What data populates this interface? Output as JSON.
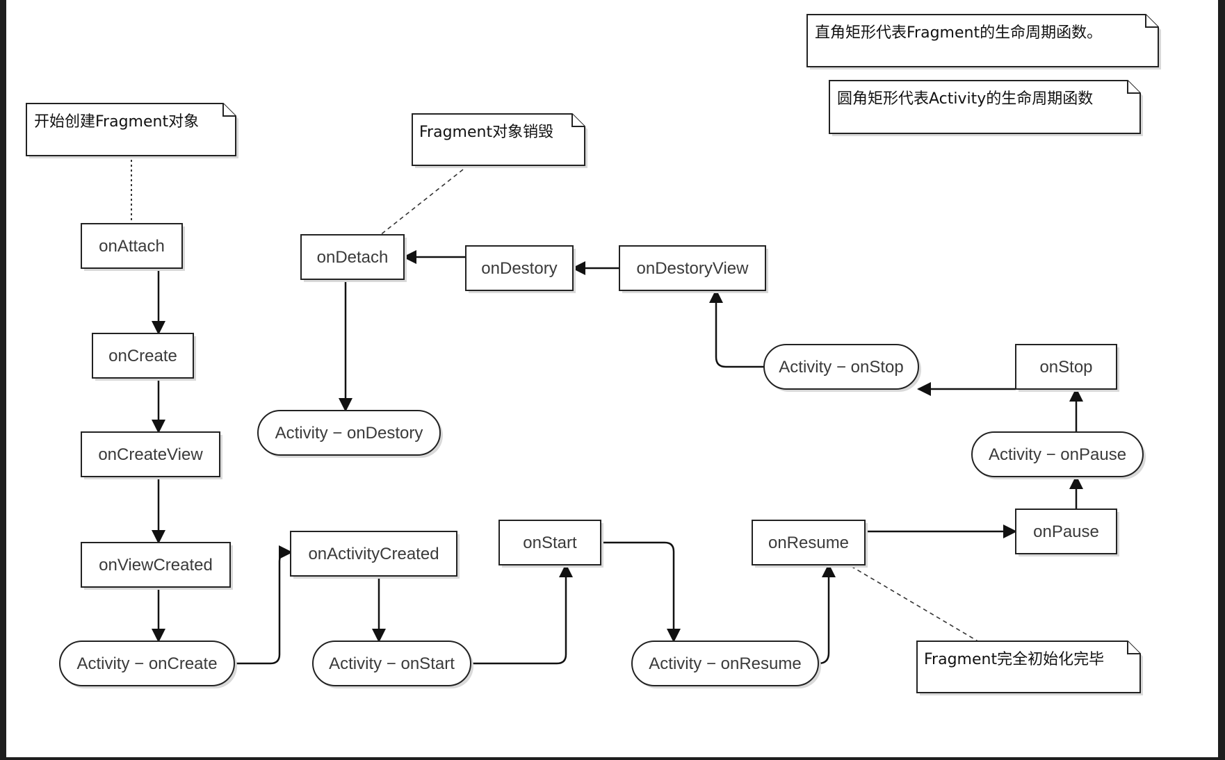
{
  "nodes": {
    "onAttach": "onAttach",
    "onCreate": "onCreate",
    "onCreateView": "onCreateView",
    "onViewCreated": "onViewCreated",
    "activity_onCreate": "Activity − onCreate",
    "onActivityCreated": "onActivityCreated",
    "activity_onStart": "Activity − onStart",
    "onStart": "onStart",
    "activity_onResume": "Activity − onResume",
    "onResume": "onResume",
    "onPause": "onPause",
    "activity_onPause": "Activity − onPause",
    "onStop": "onStop",
    "activity_onStop": "Activity − onStop",
    "onDestoryView": "onDestoryView",
    "onDestory": "onDestory",
    "onDetach": "onDetach",
    "activity_onDestory": "Activity − onDestory"
  },
  "notes": {
    "create_start": "开始创建Fragment对象",
    "destroy": "Fragment对象销毁",
    "legend_rect": "直角矩形代表Fragment的生命周期函数。",
    "legend_round": "圆角矩形代表Activity的生命周期函数",
    "init_done": "Fragment完全初始化完毕"
  },
  "colors": {
    "background": "#ffffff",
    "frame": "#1e1e1e",
    "stroke": "#222222",
    "text": "#3a3a3a"
  }
}
